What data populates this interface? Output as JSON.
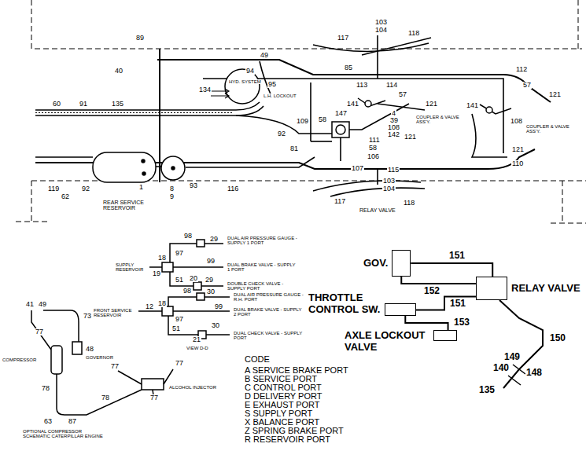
{
  "diagram": {
    "nodes": [
      {
        "text": [
          "GOV."
        ]
      },
      {
        "text": [
          "THROTTLE CONTROL SW."
        ]
      },
      {
        "text": [
          "RELAY VALVE"
        ]
      },
      {
        "text": [
          "AXLE LOCKOUT VALVE"
        ]
      }
    ],
    "edges": [
      {
        "from": 0,
        "to": 2,
        "label": "151",
        "arrow": "none"
      },
      {
        "from": 0,
        "to": 2,
        "label": "152",
        "arrow": "none"
      },
      {
        "from": 1,
        "to": 2,
        "label": "151",
        "arrow": "none"
      },
      {
        "from": 3,
        "to": 1,
        "label": "153",
        "arrow": "none"
      }
    ],
    "labels": [
      "89",
      "40",
      "49",
      "94",
      "95",
      "134",
      "HYD. SYSTEM",
      "L.H. LOCKOUT",
      "60",
      "91",
      "135",
      "119",
      "62",
      "92",
      "REAR SERVICE RESERVOIR",
      "1",
      "8",
      "9",
      "93",
      "116",
      "81",
      "92",
      "58",
      "109",
      "147",
      "141",
      "113",
      "85",
      "117",
      "103",
      "104",
      "118",
      "114",
      "57",
      "121",
      "COUPLER & VALVE ASS'Y.",
      "4",
      "39",
      "108",
      "142",
      "121",
      "111",
      "58",
      "106",
      "107",
      "115",
      "103",
      "104",
      "117",
      "118",
      "RELAY VALVE",
      "112",
      "57",
      "121",
      "141",
      "108",
      "COUPLER & VALVE ASS'Y.",
      "121",
      "110",
      "98",
      "29",
      "18",
      "97",
      "99",
      "DUAL AIR PRESSURE GAUGE - SUPPLY 1 PORT",
      "SUPPLY RESERVOIR",
      "19",
      "DUAL BRAKE VALVE - SUPPLY 1 PORT",
      "51",
      "20",
      "29",
      "DOUBLE CHECK VALVE - SUPPLY PORT",
      "30",
      "12",
      "18",
      "98",
      "99",
      "DUAL AIR PRESSURE GAUGE - R.H. PORT",
      "FRONT SERVICE RESERVOIR",
      "DUAL BRAKE VALVE - SUPPLY 2 PORT",
      "97",
      "51",
      "21",
      "DUAL CHECK VALVE - SUPPLY PORT",
      "VIEW D-D",
      "30",
      "41",
      "49",
      "73",
      "77",
      "48",
      "COMPRESSOR",
      "GOVERNOR",
      "78",
      "77",
      "77",
      "ALCOHOL INJECTOR",
      "77",
      "78",
      "63",
      "87",
      "OPTIONAL COMPRESSOR SCHEMATIC CATERPILLAR ENGINE",
      "CODE",
      "A SERVICE BRAKE PORT",
      "B SERVICE PORT",
      "C CONTROL PORT",
      "D DELIVERY PORT",
      "E EXHAUST PORT",
      "S SUPPLY PORT",
      "X BALANCE PORT",
      "Z SPRING BRAKE PORT",
      "R RESERVOIR PORT",
      "150",
      "149",
      "140",
      "148",
      "135"
    ]
  }
}
